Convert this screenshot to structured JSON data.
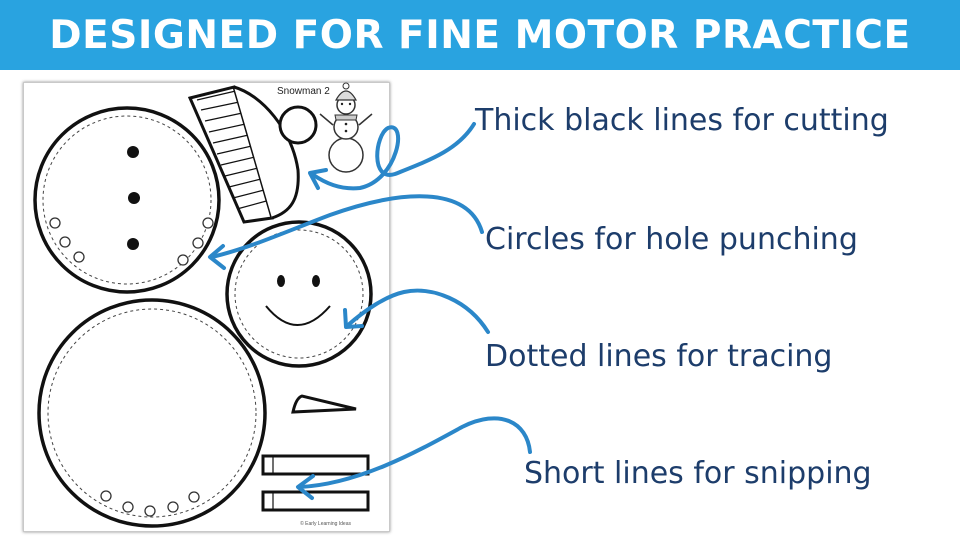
{
  "banner": {
    "title": "DESIGNED FOR FINE MOTOR PRACTICE",
    "background": "#29a3e0"
  },
  "worksheet": {
    "title": "Snowman 2",
    "credit": "© Early Learning Ideas"
  },
  "callouts": [
    {
      "label": "Thick black lines for cutting"
    },
    {
      "label": "Circles for hole punching"
    },
    {
      "label": "Dotted lines for tracing"
    },
    {
      "label": "Short lines for snipping"
    }
  ],
  "colors": {
    "label_text": "#1d3d6b",
    "arrow": "#2b87c9"
  }
}
